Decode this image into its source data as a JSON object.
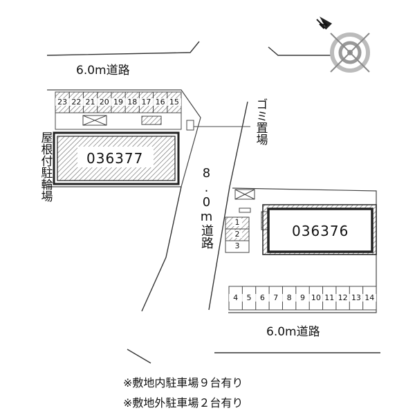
{
  "labels": {
    "road_top": "6.0m道路",
    "road_middle": "8.0m道路",
    "road_bottom": "6.0m道路",
    "garbage": "ゴミ置場",
    "bike_parking": "屋根付駐輪場",
    "building_left": "036377",
    "building_right": "036376"
  },
  "parking_top": [
    "23",
    "22",
    "21",
    "20",
    "19",
    "18",
    "17",
    "16",
    "15"
  ],
  "parking_bottom": [
    "4",
    "5",
    "6",
    "7",
    "8",
    "9",
    "10",
    "11",
    "12",
    "13",
    "14"
  ],
  "parking_side": [
    "1",
    "2",
    "3"
  ],
  "notes": [
    "※敷地内駐車場９台有り",
    "※敷地外駐車場２台有り"
  ],
  "compass": {
    "label": "N"
  }
}
